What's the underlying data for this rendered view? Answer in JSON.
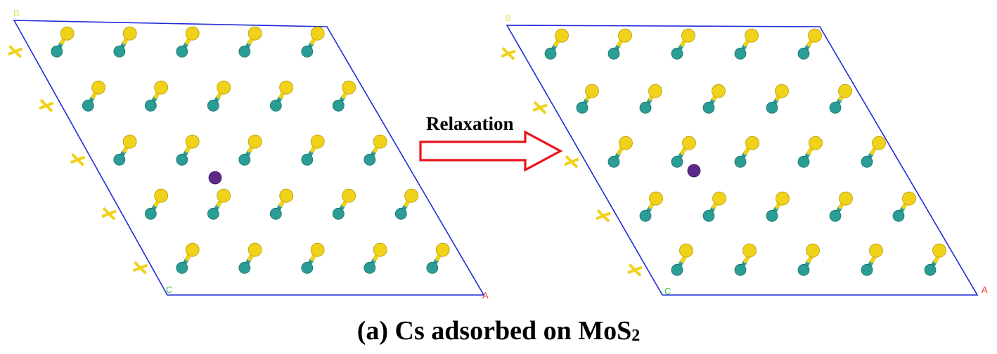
{
  "arrow_label": "Relaxation",
  "caption": {
    "text": "(a) Cs adsorbed on MoS",
    "subscript": "2"
  },
  "cell_axis_labels": {
    "b": "B",
    "c": "C",
    "a": "A"
  },
  "structures": [
    {
      "id": "before-relaxation",
      "adsorbate": "Cs"
    },
    {
      "id": "after-relaxation",
      "adsorbate": "Cs"
    }
  ],
  "colors": {
    "cell_border": "#1f2bd6",
    "mo_atom": "#2a9d96",
    "s_atom": "#f0d21a",
    "cs_atom": "#5c2a86",
    "arrow": "#e8141c",
    "axis_b": "#e8e070",
    "axis_c": "#3fc43f",
    "axis_a": "#ee4444"
  }
}
